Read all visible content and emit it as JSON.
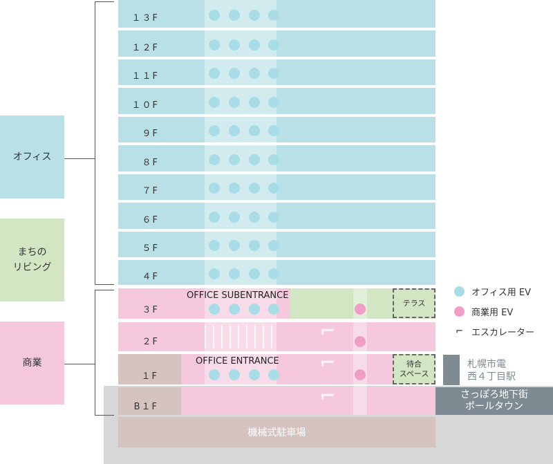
{
  "floors": {
    "f13": "１３F",
    "f12": "１２F",
    "f11": "１１F",
    "f10": "１０F",
    "f9": "９F",
    "f8": "８F",
    "f7": "７F",
    "f6": "６F",
    "f5": "５F",
    "f4": "４F",
    "f3": "３F",
    "f2": "２F",
    "f1": "１F",
    "b1": "B１F"
  },
  "zones": {
    "office": "オフィス",
    "machi_line1": "まちの",
    "machi_line2": "リビング",
    "shop": "商業"
  },
  "labels": {
    "office_subentrance": "OFFICE SUBENTRANCE",
    "office_entrance": "OFFICE ENTRANCE",
    "terrace": "テラス",
    "waiting_line1": "待合",
    "waiting_line2": "スペース",
    "station_line1": "札幌市電",
    "station_line2": "西４丁目駅",
    "mall_line1": "さっぽろ地下街",
    "mall_line2": "ポールタウン",
    "parking": "機械式駐車場"
  },
  "legend": {
    "office_ev": "オフィス用 EV",
    "shop_ev": "商業用 EV",
    "escalator": "エスカレーター"
  },
  "colors": {
    "office": "#b8e0e6",
    "machi": "#d3e6c4",
    "shop": "#f5c8de",
    "office_ev": "#a8dde7",
    "shop_ev": "#f19ec6",
    "station": "#7f8b92",
    "ground": "#d7d7d7"
  },
  "icons": {
    "escalator": "escalator-icon",
    "office_ev": "office-elevator-icon",
    "shop_ev": "shop-elevator-icon"
  }
}
